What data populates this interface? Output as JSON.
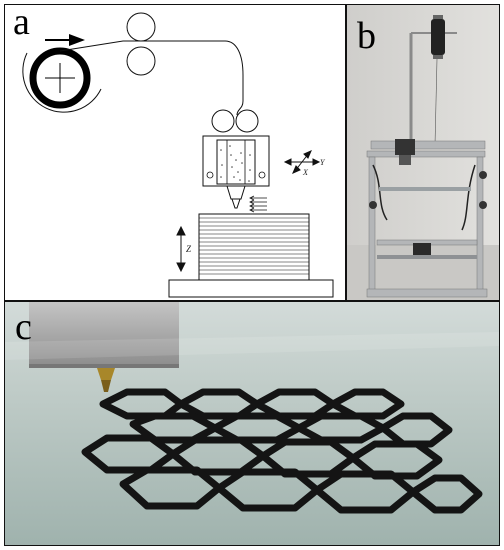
{
  "figure": {
    "panels": [
      {
        "label": "a"
      },
      {
        "label": "b"
      },
      {
        "label": "c"
      }
    ],
    "schematic": {
      "axis_y_label": "Y",
      "axis_x_label": "X",
      "axis_z_label": "Z"
    }
  },
  "colors": {
    "line": "#111111",
    "filament_black": "#111111",
    "photo_b_background": "#d9d8d5",
    "photo_c_background": "#b8c6c2"
  }
}
